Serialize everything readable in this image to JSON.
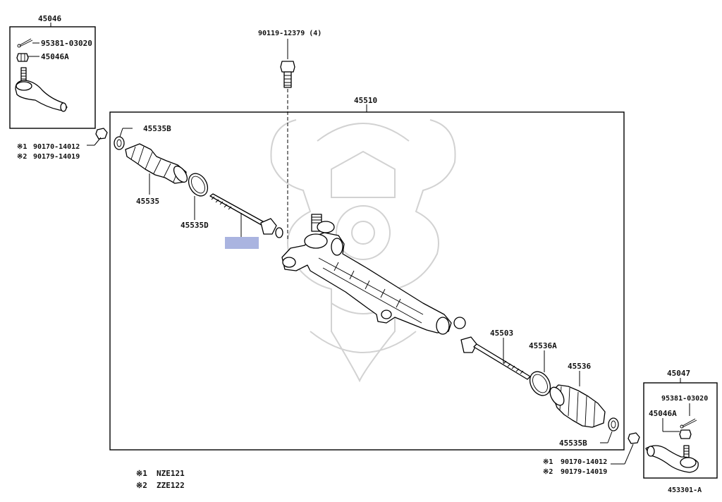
{
  "diagram": {
    "boxes": {
      "left_tie_rod_end": "45046",
      "rack_assembly": "45510",
      "right_tie_rod_end": "45047"
    },
    "callouts": {
      "bolt": "90119-12379 (4)",
      "left_cotter_pin": "95381-03020",
      "left_nut": "45046A",
      "left_boot_clamp": "45535B",
      "left_boot": "45535",
      "left_boot_band": "45535D",
      "right_inner_rod": "45503",
      "right_band": "45536A",
      "right_boot": "45536",
      "right_boot_clamp": "45535B",
      "right_cotter_pin": "95381-03020",
      "right_nut": "45046A"
    },
    "left_nut_refs": [
      {
        "mark": "※1",
        "part": "90170-14012"
      },
      {
        "mark": "※2",
        "part": "90179-14019"
      }
    ],
    "right_nut_refs": [
      {
        "mark": "※1",
        "part": "90170-14012"
      },
      {
        "mark": "※2",
        "part": "90179-14019"
      }
    ],
    "legend": [
      {
        "mark": "※1",
        "model": "NZE121"
      },
      {
        "mark": "※2",
        "model": "ZZE122"
      }
    ],
    "figure_id": "453301-A",
    "highlight_color": "#aab4e0"
  }
}
